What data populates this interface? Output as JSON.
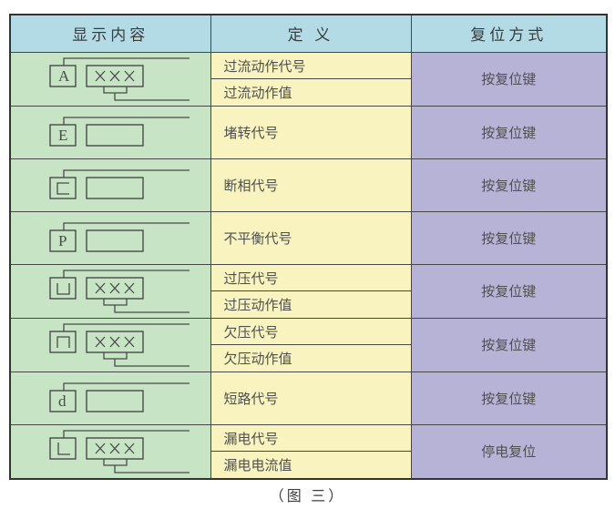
{
  "table": {
    "headers": {
      "display": "显示内容",
      "definition": "定 义",
      "reset": "复位方式"
    },
    "rows": [
      {
        "icon": {
          "letter": "A",
          "letter_style": "serif",
          "value_box": "×××"
        },
        "definitions": [
          "过流动作代号",
          "过流动作值"
        ],
        "reset": "按复位键"
      },
      {
        "icon": {
          "letter": "E",
          "letter_style": "serif",
          "value_box": ""
        },
        "definitions": [
          "堵转代号"
        ],
        "reset": "按复位键"
      },
      {
        "icon": {
          "letter": "⊏",
          "letter_style": "segment",
          "value_box": ""
        },
        "definitions": [
          "断相代号"
        ],
        "reset": "按复位键"
      },
      {
        "icon": {
          "letter": "P",
          "letter_style": "serif",
          "value_box": ""
        },
        "definitions": [
          "不平衡代号"
        ],
        "reset": "按复位键"
      },
      {
        "icon": {
          "letter": "凵",
          "letter_style": "segment",
          "value_box": "×××"
        },
        "definitions": [
          "过压代号",
          "过压动作值"
        ],
        "reset": "按复位键"
      },
      {
        "icon": {
          "letter": "冂",
          "letter_style": "segment",
          "value_box": "×××"
        },
        "definitions": [
          "欠压代号",
          "欠压动作值"
        ],
        "reset": "按复位键"
      },
      {
        "icon": {
          "letter": "d",
          "letter_style": "serif",
          "value_box": ""
        },
        "definitions": [
          "短路代号"
        ],
        "reset": "按复位键"
      },
      {
        "icon": {
          "letter": "L",
          "letter_style": "segment",
          "value_box": "×××"
        },
        "definitions": [
          "漏电代号",
          "漏电电流值"
        ],
        "reset": "停电复位"
      }
    ]
  },
  "caption": "（图 三）",
  "colors": {
    "header_bg": "#b2dbe6",
    "display_col_bg": "#c7e5c5",
    "definition_col_bg": "#f9f3c0",
    "reset_col_bg": "#b7b3d7",
    "line": "#4a4a4a",
    "outer_border": "#333333"
  }
}
